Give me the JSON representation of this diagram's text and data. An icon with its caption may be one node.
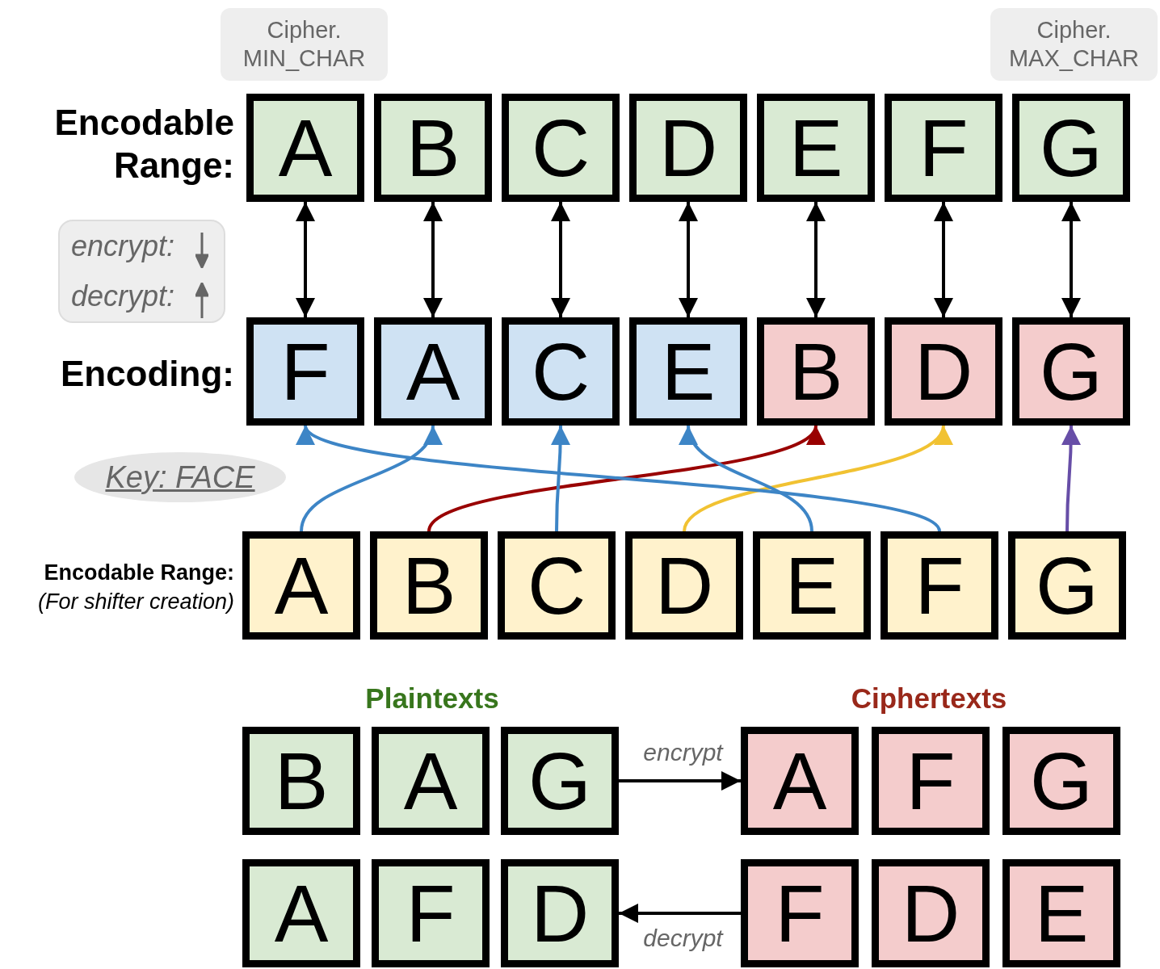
{
  "diagram": {
    "nodes": [
      {
        "text": [
          "Cipher. MIN_CHAR"
        ]
      },
      {
        "text": [
          "Cipher. MAX_CHAR"
        ]
      },
      {
        "text": [
          "A"
        ]
      },
      {
        "text": [
          "B"
        ]
      },
      {
        "text": [
          "C"
        ]
      },
      {
        "text": [
          "D"
        ]
      },
      {
        "text": [
          "E"
        ]
      },
      {
        "text": [
          "F"
        ]
      },
      {
        "text": [
          "G"
        ]
      },
      {
        "text": [
          "encrypt:",
          "decrypt:"
        ]
      },
      {
        "text": [
          "F"
        ]
      },
      {
        "text": [
          "A"
        ]
      },
      {
        "text": [
          "C"
        ]
      },
      {
        "text": [
          "E"
        ]
      },
      {
        "text": [
          "B"
        ]
      },
      {
        "text": [
          "D"
        ]
      },
      {
        "text": [
          "G"
        ]
      },
      {
        "text": [
          "Key: FACE"
        ]
      },
      {
        "text": [
          "A"
        ]
      },
      {
        "text": [
          "B"
        ]
      },
      {
        "text": [
          "C"
        ]
      },
      {
        "text": [
          "D"
        ]
      },
      {
        "text": [
          "E"
        ]
      },
      {
        "text": [
          "F"
        ]
      },
      {
        "text": [
          "G"
        ]
      },
      {
        "text": [
          "B"
        ]
      },
      {
        "text": [
          "A"
        ]
      },
      {
        "text": [
          "G"
        ]
      },
      {
        "text": [
          "A"
        ]
      },
      {
        "text": [
          "F"
        ]
      },
      {
        "text": [
          "G"
        ]
      },
      {
        "text": [
          "A"
        ]
      },
      {
        "text": [
          "F"
        ]
      },
      {
        "text": [
          "D"
        ]
      },
      {
        "text": [
          "F"
        ]
      },
      {
        "text": [
          "D"
        ]
      },
      {
        "text": [
          "E"
        ]
      }
    ],
    "edges": [
      {
        "from": 2,
        "to": 10,
        "arrow": "both"
      },
      {
        "from": 3,
        "to": 11,
        "arrow": "both"
      },
      {
        "from": 4,
        "to": 12,
        "arrow": "both"
      },
      {
        "from": 5,
        "to": 13,
        "arrow": "both"
      },
      {
        "from": 6,
        "to": 14,
        "arrow": "both"
      },
      {
        "from": 7,
        "to": 15,
        "arrow": "both"
      },
      {
        "from": 8,
        "to": 16,
        "arrow": "both"
      },
      {
        "from": 18,
        "to": 11,
        "arrow": "to",
        "color": "#3d85c6"
      },
      {
        "from": 19,
        "to": 14,
        "arrow": "to",
        "color": "#990000"
      },
      {
        "from": 20,
        "to": 12,
        "arrow": "to",
        "color": "#3d85c6"
      },
      {
        "from": 21,
        "to": 15,
        "arrow": "to",
        "color": "#f1c232"
      },
      {
        "from": 22,
        "to": 13,
        "arrow": "to",
        "color": "#3d85c6"
      },
      {
        "from": 23,
        "to": 10,
        "arrow": "to",
        "color": "#3d85c6"
      },
      {
        "from": 24,
        "to": 16,
        "arrow": "to",
        "color": "#674ea7"
      },
      {
        "from": 27,
        "to": 28,
        "arrow": "to",
        "label": "encrypt"
      },
      {
        "from": 34,
        "to": 33,
        "arrow": "to",
        "label": "decrypt"
      }
    ],
    "labels": [
      "Encodable Range:",
      "Encoding:",
      "Encodable Range:",
      "(For shifter creation)",
      "Plaintexts",
      "Ciphertexts"
    ]
  }
}
